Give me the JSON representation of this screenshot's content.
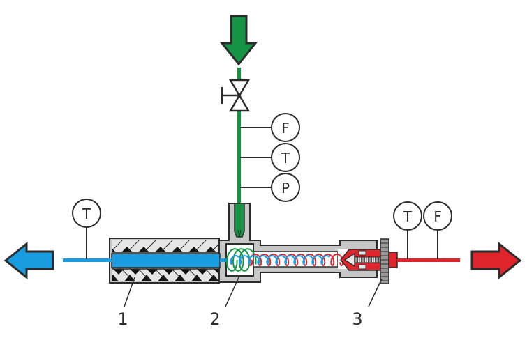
{
  "diagram": {
    "type": "vortex-tube-schematic",
    "colors": {
      "inlet": "#159445",
      "cold": "#1a9ce0",
      "hot": "#e0242b",
      "body": "#c7c7c7",
      "outline": "#2b2b2b",
      "insulation_dark": "#111111",
      "insulation_light": "#e6e6e6"
    },
    "inlet": {
      "arrow": "down-arrow",
      "valve": "gate-valve",
      "instruments": [
        {
          "label": "F",
          "meaning": "flow"
        },
        {
          "label": "T",
          "meaning": "temperature"
        },
        {
          "label": "P",
          "meaning": "pressure"
        }
      ]
    },
    "cold_outlet": {
      "arrow": "left-arrow",
      "instruments": [
        {
          "label": "T",
          "meaning": "temperature"
        }
      ]
    },
    "hot_outlet": {
      "arrow": "right-arrow",
      "instruments": [
        {
          "label": "T",
          "meaning": "temperature"
        },
        {
          "label": "F",
          "meaning": "flow"
        }
      ]
    },
    "callouts": [
      {
        "label": "1",
        "target": "insulated cold tube"
      },
      {
        "label": "2",
        "target": "vortex generator chamber"
      },
      {
        "label": "3",
        "target": "hot-end control valve"
      }
    ]
  }
}
